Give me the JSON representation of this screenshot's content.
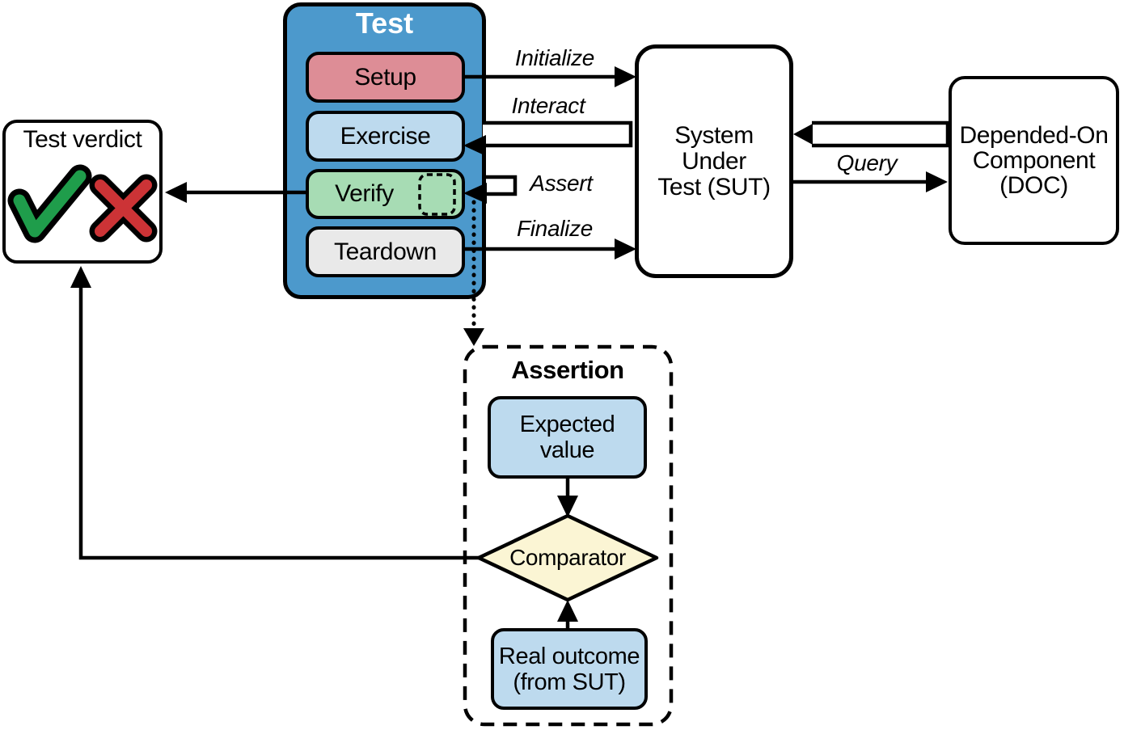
{
  "test_box": {
    "title": "Test",
    "setup": "Setup",
    "exercise": "Exercise",
    "verify": "Verify",
    "teardown": "Teardown"
  },
  "verdict_box": {
    "title": "Test verdict",
    "icons": {
      "pass": "checkmark-icon",
      "fail": "x-icon"
    }
  },
  "sut_box": {
    "lines": [
      "System",
      "Under",
      "Test (SUT)"
    ]
  },
  "doc_box": {
    "lines": [
      "Depended-On",
      "Component",
      "(DOC)"
    ]
  },
  "assertion_box": {
    "title": "Assertion",
    "expected_value": {
      "lines": [
        "Expected",
        "value"
      ]
    },
    "comparator": "Comparator",
    "real_outcome": {
      "lines": [
        "Real outcome",
        "(from SUT)"
      ]
    }
  },
  "arrow_labels": {
    "initialize": "Initialize",
    "interact": "Interact",
    "assert": "Assert",
    "finalize": "Finalize",
    "query": "Query"
  },
  "colors": {
    "test_fill": "#4C99CC",
    "setup_fill": "#DD8D96",
    "exercise_fill": "#BDDAEE",
    "verify_fill": "#A7DCB4",
    "teardown_fill": "#E9E9E9",
    "assertion_blue_fill": "#BDDAEE",
    "comparator_fill": "#FBF5D4",
    "check_green": "#1F9D4B",
    "cross_red": "#CC3336",
    "line_black": "#000000"
  }
}
